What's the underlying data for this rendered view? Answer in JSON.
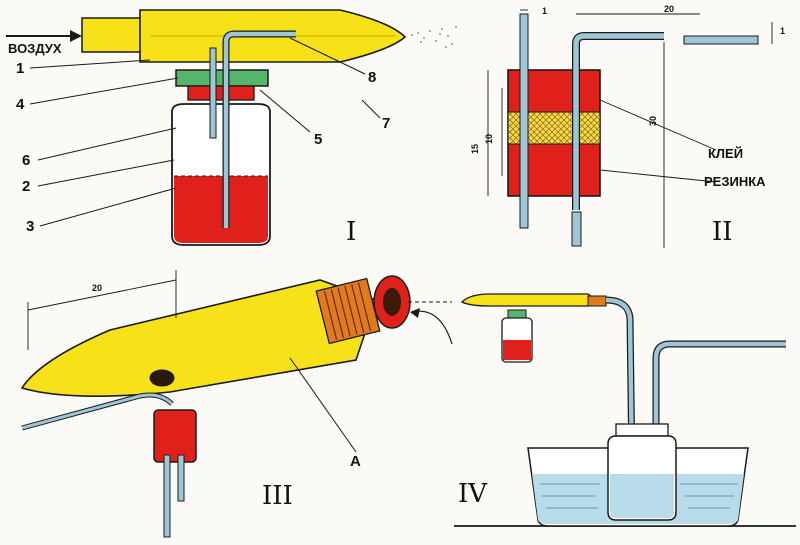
{
  "figure_I": {
    "label": "I",
    "air_label": "ВОЗДУХ",
    "callouts": [
      "1",
      "2",
      "3",
      "4",
      "5",
      "6",
      "7",
      "8"
    ]
  },
  "figure_II": {
    "label": "II",
    "dim_1": "1",
    "dim_20": "20",
    "dim_15": "15",
    "dim_10": "10",
    "dim_30": "30",
    "dim_1b": "1",
    "glue_label": "КЛЕЙ",
    "rubber_label": "РЕЗИНКА"
  },
  "figure_III": {
    "label": "III",
    "dim_20": "20",
    "callout_A": "A"
  },
  "figure_IV": {
    "label": "IV"
  },
  "colors": {
    "yellow": "#f7e21a",
    "red": "#e0201a",
    "blue_tube": "#9fc6d6",
    "water": "#b7dbe8",
    "ink": "#1a1a1a"
  }
}
